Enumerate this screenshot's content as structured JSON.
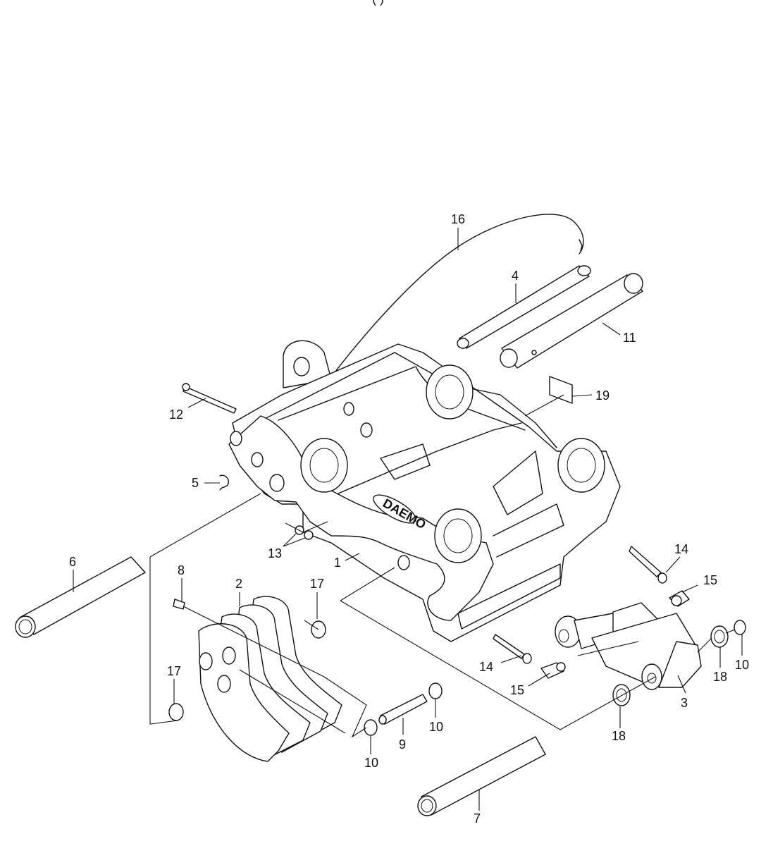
{
  "header_fragment": "(                                            )",
  "brand_text": "DAEMO",
  "callouts": {
    "c1": "1",
    "c2": "2",
    "c3": "3",
    "c4": "4",
    "c5": "5",
    "c6": "6",
    "c7": "7",
    "c8": "8",
    "c9": "9",
    "c10a": "10",
    "c10b": "10",
    "c10c": "10",
    "c11": "11",
    "c12": "12",
    "c13": "13",
    "c14a": "14",
    "c14b": "14",
    "c15a": "15",
    "c15b": "15",
    "c16": "16",
    "c17a": "17",
    "c17b": "17",
    "c18a": "18",
    "c18b": "18",
    "c19": "19"
  }
}
